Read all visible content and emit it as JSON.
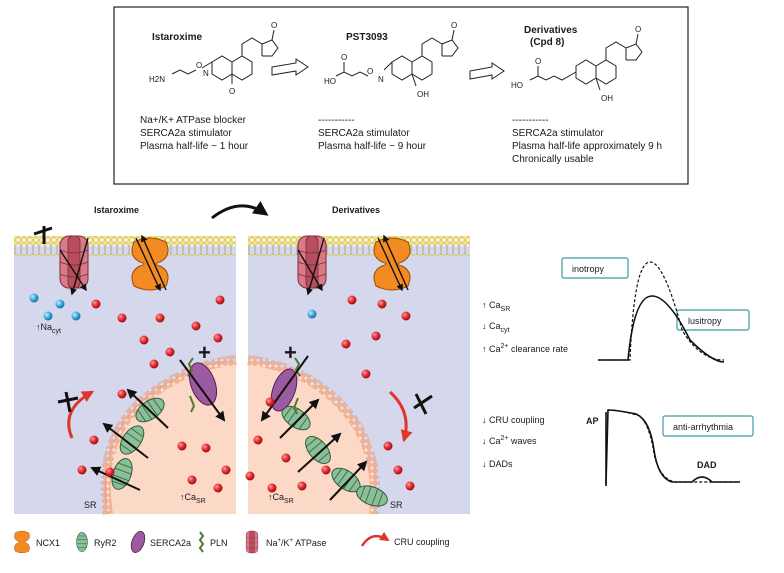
{
  "top_panel": {
    "compounds": [
      {
        "name": "Istaroxime",
        "smiles_labels": {
          "amine": "H2N",
          "o": "O",
          "n": "N",
          "oxo1": "O",
          "oxo2": "O"
        },
        "props": [
          "Na+/K+ ATPase blocker",
          "SERCA2a stimulator",
          "Plasma half-life ~ 1 hour"
        ]
      },
      {
        "name": "PST3093",
        "smiles_labels": {
          "acid_o": "O",
          "ho": "HO",
          "o": "O",
          "n": "N",
          "oh": "OH",
          "oxo": "O"
        },
        "dashes": "-----------",
        "props": [
          "SERCA2a stimulator",
          "Plasma half-life ~ 9 hour"
        ]
      },
      {
        "name": "Derivatives",
        "name2": "(Cpd 8)",
        "smiles_labels": {
          "acid_o": "O",
          "ho": "HO",
          "oh": "OH",
          "oxo": "O"
        },
        "dashes": "-----------",
        "props": [
          "SERCA2a stimulator",
          "Plasma half-life approximately 9 h",
          "Chronically usable"
        ]
      }
    ]
  },
  "cells": {
    "left_title": "Istaroxime",
    "right_title": "Derivatives",
    "na_label": "Na",
    "na_sub": "cyt",
    "ca_sr": "Ca",
    "ca_sr_sub": "SR",
    "sr": "SR",
    "plus": "+"
  },
  "effects": {
    "calcium": [
      {
        "text": "Ca",
        "sub": "SR",
        "dir": "up"
      },
      {
        "text": "Ca",
        "sub": "cyt",
        "dir": "down"
      },
      {
        "text": "Ca",
        "sup": "2+",
        "tail": " clearance rate",
        "dir": "up"
      }
    ],
    "arrhythmia": [
      {
        "text": "CRU coupling",
        "dir": "down"
      },
      {
        "text": "Ca",
        "sup": "2+",
        "tail": " waves",
        "dir": "down"
      },
      {
        "text": "DADs",
        "dir": "down"
      }
    ],
    "boxes": {
      "inotropy": "inotropy",
      "lusitropy": "lusitropy",
      "antiarrhythmia": "anti-arrhythmia"
    },
    "ap": "AP",
    "dad": "DAD"
  },
  "legend": {
    "ncx1": "NCX1",
    "ryr2": "RyR2",
    "serca": "SERCA2a",
    "pln": "PLN",
    "nak_pre": "Na",
    "nak_mid": "/K",
    "nak_post": " ATPase",
    "cru": "CRU coupling"
  },
  "colors": {
    "cytosol": "#d5d8ed",
    "sr_lumen": "#fbd9c6",
    "membrane_head": "#f2e27a",
    "ncx1": "#f38a22",
    "nak_atpase": "#d87a88",
    "ryr2": "#8bbf97",
    "serca2a": "#9c5aa0",
    "pln": "#4f7a37",
    "ca_ion": "#e0252a",
    "na_ion": "#38a7de",
    "cru_arrow": "#e0352a",
    "box_border": "#3c9aa0"
  }
}
